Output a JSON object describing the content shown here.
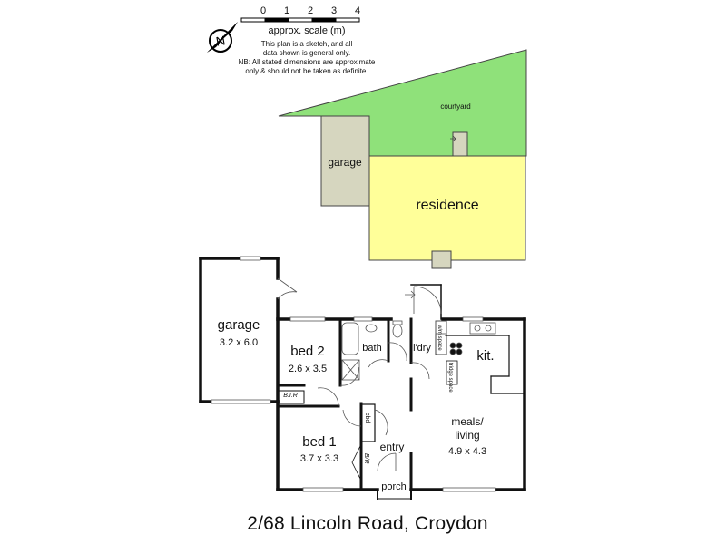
{
  "legend": {
    "scale_ticks": [
      "0",
      "1",
      "2",
      "3",
      "4"
    ],
    "scale_label": "approx. scale (m)",
    "note1": "This plan is a sketch, and all",
    "note2": "data shown is general only.",
    "note3": "NB: All stated dimensions are approximate",
    "note4": "only & should not be taken as definite."
  },
  "site": {
    "courtyard": "courtyard",
    "garage": "garage",
    "residence": "residence"
  },
  "rooms": {
    "garage_name": "garage",
    "garage_dim": "3.2 x 6.0",
    "bed2_name": "bed 2",
    "bed2_dim": "2.6 x 3.5",
    "bir1": "B.I.R",
    "bath": "bath",
    "ldry": "l'dry",
    "kit": "kit.",
    "bed1_name": "bed 1",
    "bed1_dim": "3.7 x 3.3",
    "bir2": "B/R",
    "cbd": "cbd",
    "entry": "entry",
    "porch": "porch",
    "meals_line1": "meals/",
    "meals_line2": "living",
    "meals_dim": "4.9 x 4.3",
    "fridge": "fridge space",
    "wash": "w/m space"
  },
  "address": "2/68 Lincoln Road, Croydon",
  "colors": {
    "courtyard": "#8fe17a",
    "residence": "#ffff99",
    "site_garage": "#d6d6bf",
    "porch_block": "#d6d6bf"
  }
}
